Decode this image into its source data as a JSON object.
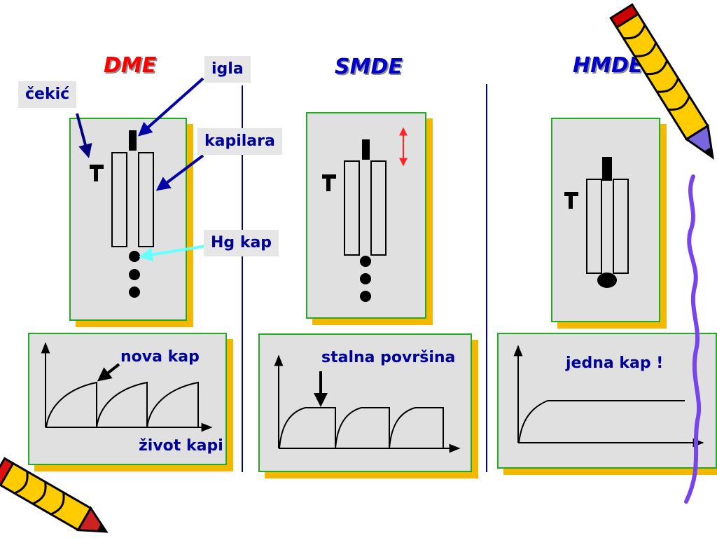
{
  "columns": [
    {
      "title": "DME",
      "title_color": "#ff0000"
    },
    {
      "title": "SMDE",
      "title_color": "#0000cc"
    },
    {
      "title": "HMDE",
      "title_color": "#0000cc"
    }
  ],
  "labels": {
    "hammer": "čekić",
    "needle": "igla",
    "capillary": "kapilara",
    "hg_drop": "Hg kap"
  },
  "graphs": {
    "dme_new_drop": "nova kap",
    "dme_drop_life": "život kapi",
    "smde_constant_surface": "stalna površina",
    "hmde_single_drop": "jedna kap !"
  },
  "colors": {
    "panel_fill": "#e0e0e0",
    "panel_border": "#22aa22",
    "panel_shadow": "#f5b800",
    "label_text": "#000099",
    "arrow_blue": "#0000aa",
    "arrow_cyan": "#66ffff",
    "double_arrow": "#ff0000"
  },
  "icons": [
    "pencil-icon",
    "hammer-icon",
    "mercury-drop-icon",
    "double-arrow-icon",
    "curly-line-icon"
  ]
}
